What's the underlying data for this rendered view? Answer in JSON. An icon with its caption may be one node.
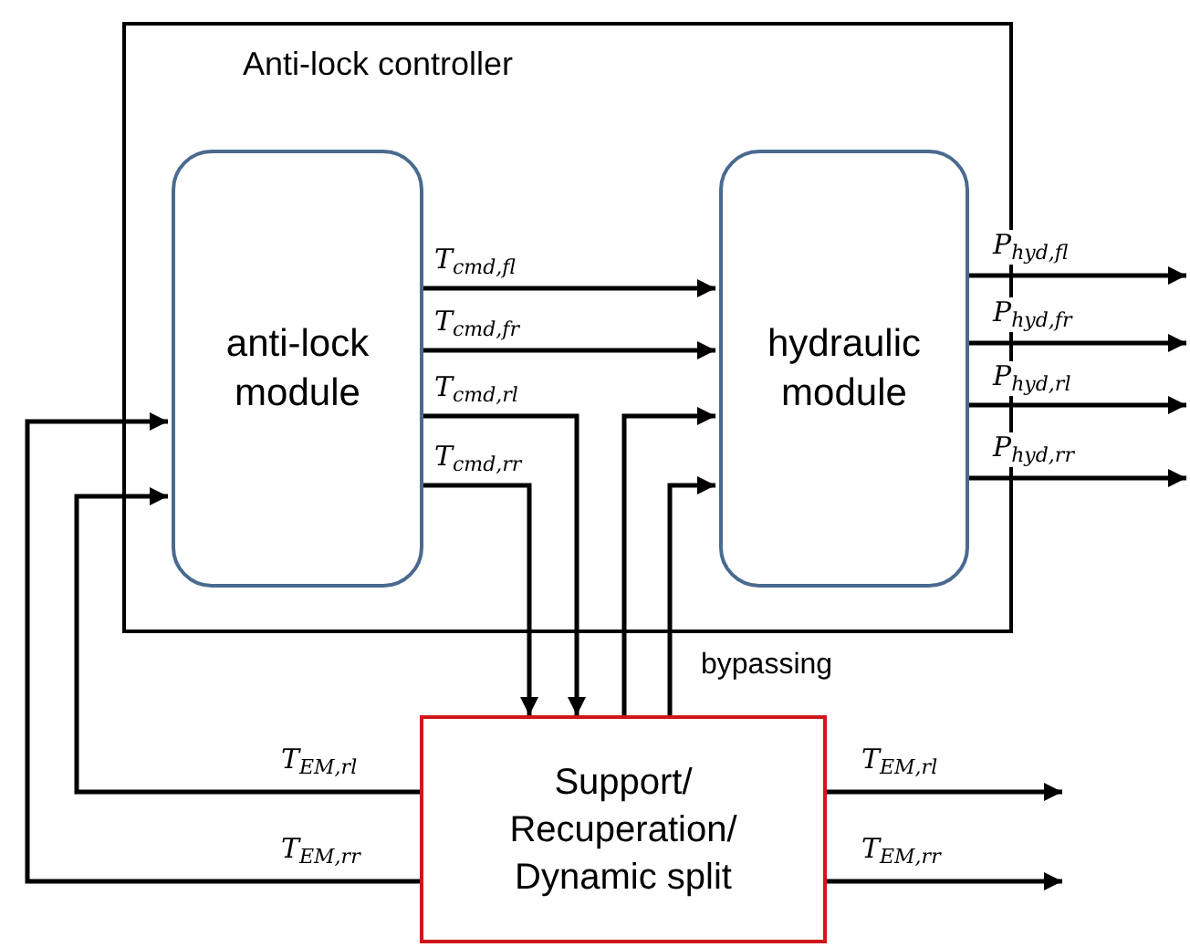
{
  "diagram": {
    "nodes": [
      {
        "text": [
          "Anti-lock controller"
        ]
      },
      {
        "text": [
          "anti-lock module"
        ],
        "in": 0
      },
      {
        "text": [
          "hydraulic module"
        ],
        "in": 0
      },
      {
        "text": [
          "Support/ Recuperation/ Dynamic split"
        ]
      }
    ],
    "edges": [
      {
        "from": 1,
        "to": 2,
        "arrow": "to",
        "label": "T$_{cmd,fl}$"
      },
      {
        "from": 1,
        "to": 2,
        "arrow": "to",
        "label": "T$_{cmd,fr}$"
      },
      {
        "from": 1,
        "to": 3,
        "arrow": "to",
        "label": "T$_{cmd,rl}$"
      },
      {
        "from": 1,
        "to": 3,
        "arrow": "to",
        "label": "T$_{cmd,rr}$"
      },
      {
        "from": 3,
        "to": 2,
        "arrow": "to"
      },
      {
        "from": 3,
        "to": 2,
        "arrow": "to"
      },
      {
        "from": 2,
        "to": null,
        "arrow": "to",
        "label": "P$_{hyd,fl}$"
      },
      {
        "from": 2,
        "to": null,
        "arrow": "to",
        "label": "P$_{hyd,fr}$"
      },
      {
        "from": 2,
        "to": null,
        "arrow": "to",
        "label": "P$_{hyd,rl}$"
      },
      {
        "from": 2,
        "to": null,
        "arrow": "to",
        "label": "P$_{hyd,rr}$"
      },
      {
        "from": 3,
        "to": 1,
        "arrow": "to",
        "label": "T$_{EM,rl}$"
      },
      {
        "from": 3,
        "to": 1,
        "arrow": "to",
        "label": "T$_{EM,rr}$"
      },
      {
        "from": 3,
        "to": null,
        "arrow": "to",
        "label": "T$_{EM,rl}$"
      },
      {
        "from": 3,
        "to": null,
        "arrow": "to",
        "label": "T$_{EM,rr}$"
      }
    ],
    "labels": [
      "bypassing"
    ]
  }
}
